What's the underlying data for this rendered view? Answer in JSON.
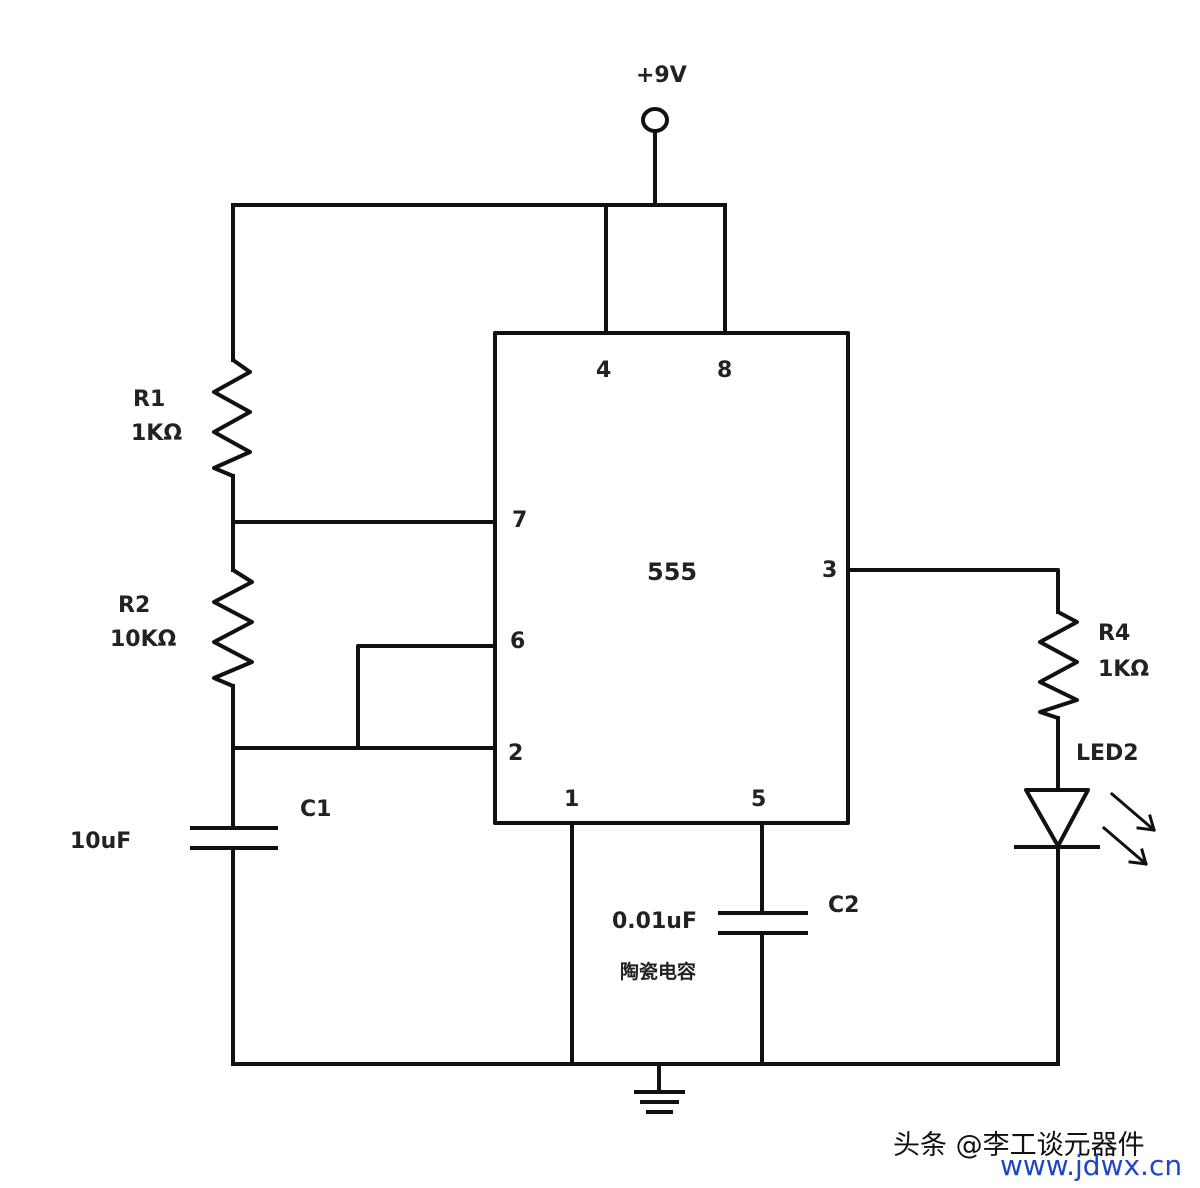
{
  "labels": {
    "supply": "+9V"
  },
  "ic": {
    "part": "555",
    "pins": {
      "p4": "4",
      "p8": "8",
      "p7": "7",
      "p6": "6",
      "p2": "2",
      "p3": "3",
      "p1": "1",
      "p5": "5"
    }
  },
  "components": {
    "r1": {
      "name": "R1",
      "value": "1KΩ"
    },
    "r2": {
      "name": "R2",
      "value": "10KΩ"
    },
    "c1": {
      "name": "C1",
      "value": "10uF"
    },
    "c2": {
      "name": "C2",
      "value": "0.01uF",
      "type": "陶瓷电容"
    },
    "r4": {
      "name": "R4",
      "value": "1KΩ"
    },
    "led2": {
      "name": "LED2"
    }
  },
  "watermark": {
    "author": "头条 @李工谈元器件",
    "site": "www.jdwx.cn"
  },
  "colors": {
    "wire": "#111111",
    "background": "#ffffff",
    "watermark_site": "#1e46c8"
  }
}
